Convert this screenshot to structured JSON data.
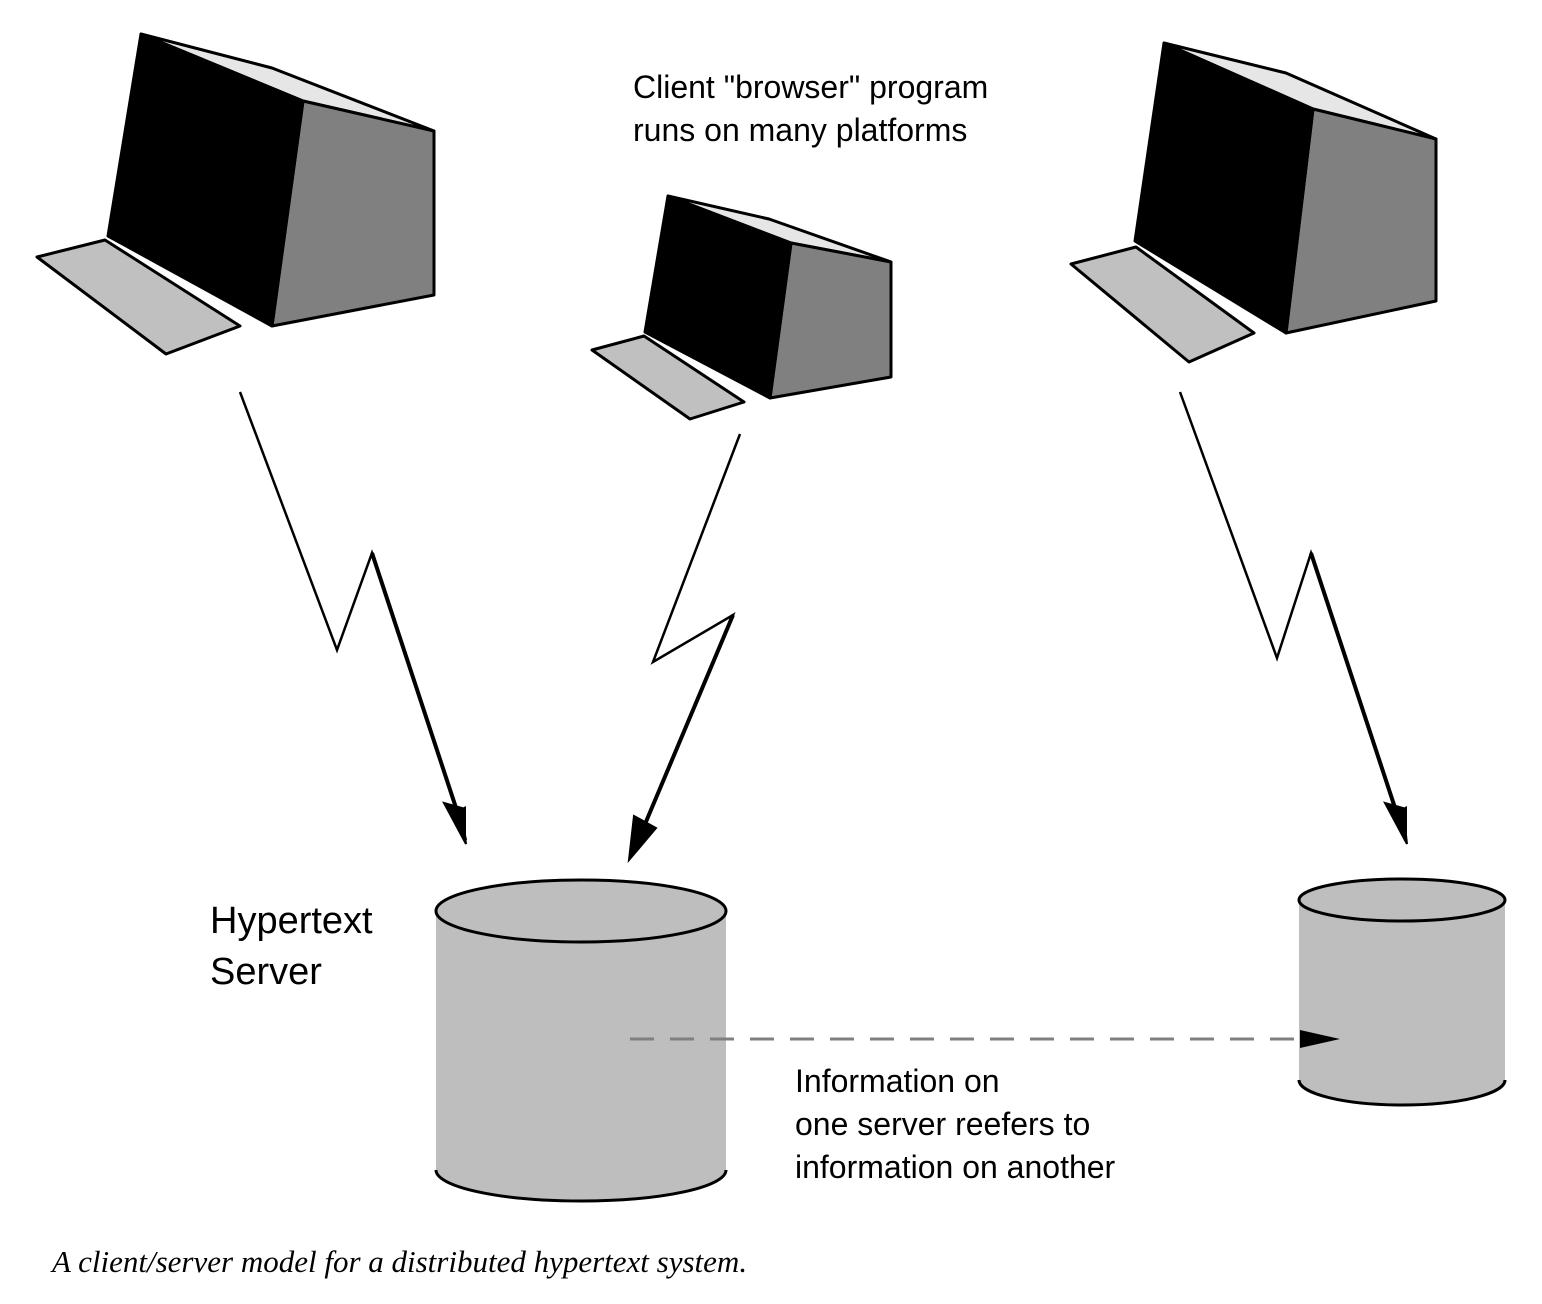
{
  "clients_label": {
    "line1": "Client \"browser\" program",
    "line2": "runs on many platforms"
  },
  "server_label": {
    "line1": "Hypertext",
    "line2": "Server"
  },
  "link_label": {
    "line1": "Information on",
    "line2": "one server reefers to",
    "line3": "information on another"
  },
  "caption": "A client/server model for a distributed hypertext system.",
  "colors": {
    "screen": "#000000",
    "monitor_side": "#808080",
    "monitor_top": "#e6e6e6",
    "keyboard": "#c0c0c0",
    "server_body": "#bebebe",
    "dashed_link": "#808080"
  }
}
